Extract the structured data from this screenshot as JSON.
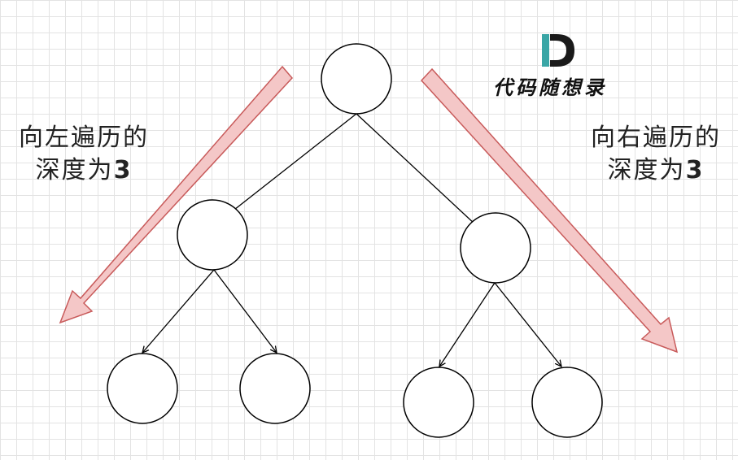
{
  "left_label": {
    "line1": "向左遍历的",
    "line2": "深度为",
    "depth": "3"
  },
  "right_label": {
    "line1": "向右遍历的",
    "line2": "深度为",
    "depth": "3"
  },
  "brand": {
    "logo_letter": "D",
    "name": "代码随想录",
    "accent_color": "#3aa6a6"
  },
  "colors": {
    "arrow_fill": "#f4c7c7",
    "arrow_stroke": "#c85a5a",
    "node_stroke": "#000000"
  }
}
